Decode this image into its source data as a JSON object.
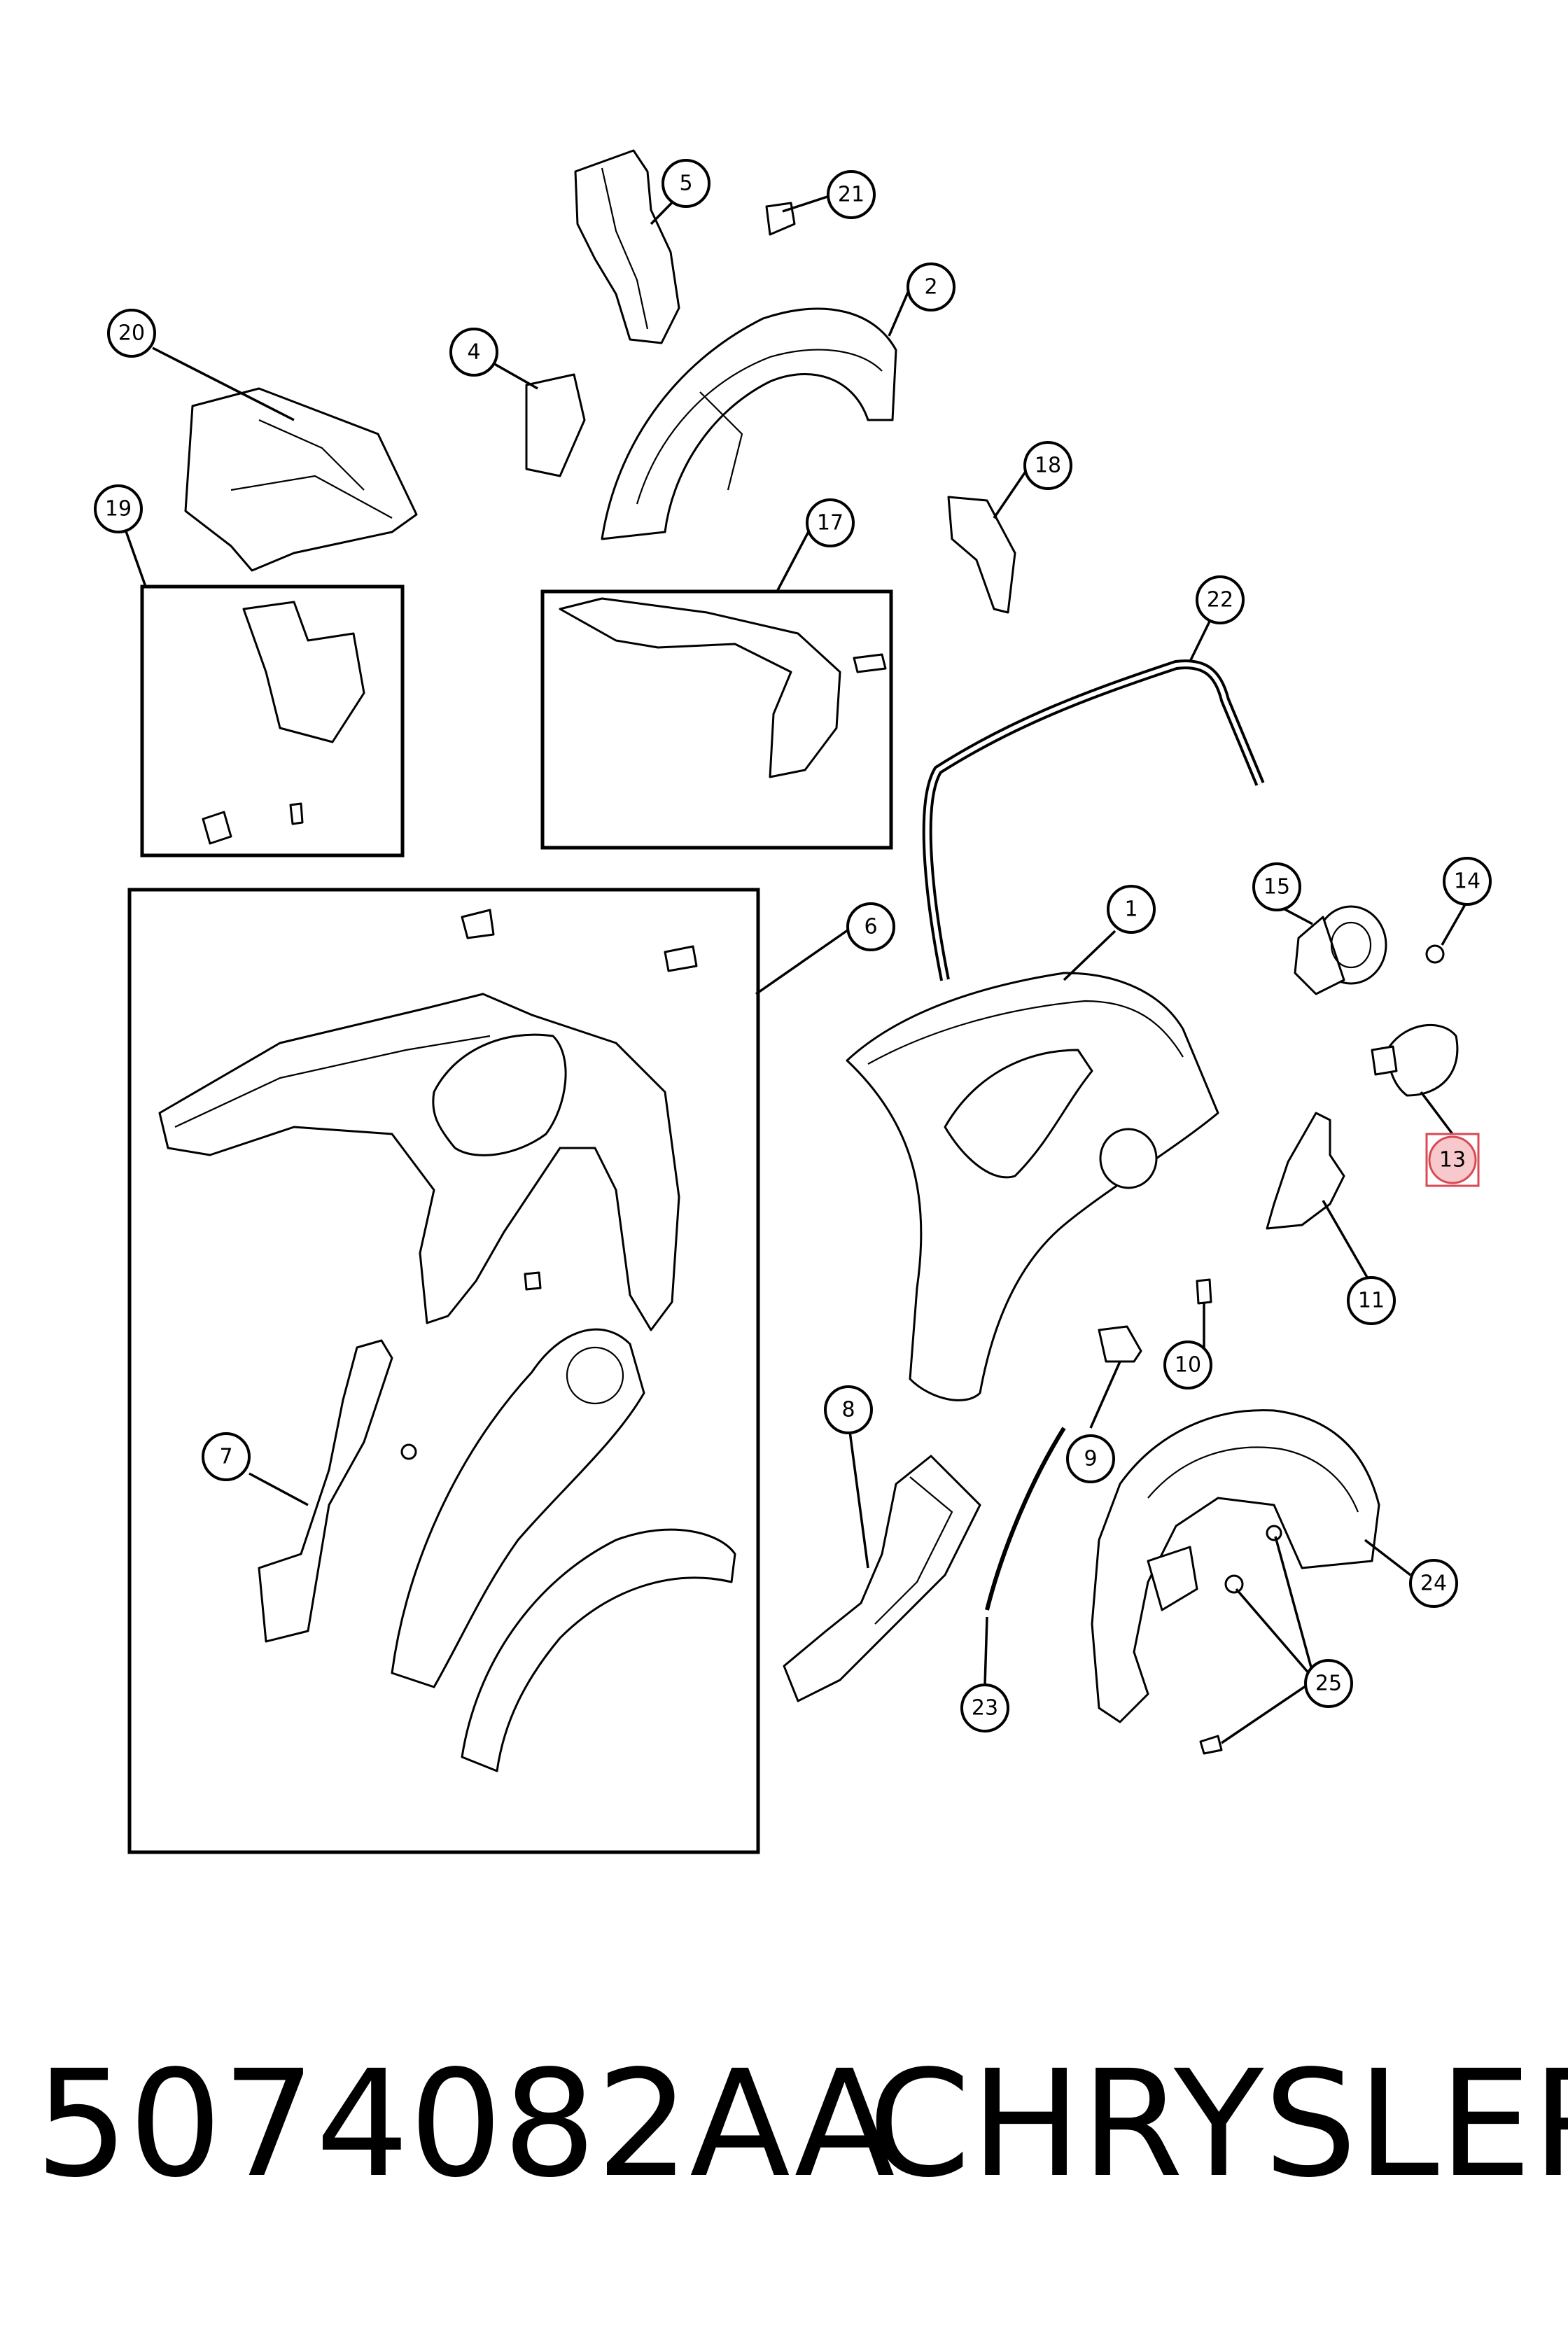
{
  "callouts": {
    "c1": "1",
    "c2": "2",
    "c4": "4",
    "c5": "5",
    "c6": "6",
    "c7": "7",
    "c8": "8",
    "c9": "9",
    "c10": "10",
    "c11": "11",
    "c13": "13",
    "c14": "14",
    "c15": "15",
    "c17": "17",
    "c18": "18",
    "c19": "19",
    "c20": "20",
    "c21": "21",
    "c22": "22",
    "c23": "23",
    "c24": "24",
    "c25": "25"
  },
  "highlighted_callout": "13",
  "colors": {
    "line": "#000000",
    "highlight_fill": "#f7c9cc",
    "highlight_stroke": "#d94a55"
  },
  "caption": {
    "part_number": "5074082AA",
    "brand": "CHRYSLER"
  }
}
